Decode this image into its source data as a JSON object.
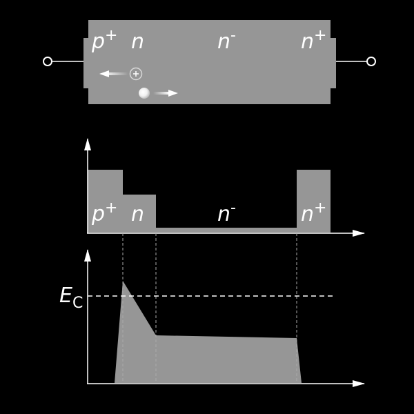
{
  "colors": {
    "background": "#000000",
    "fill": "#969696",
    "line": "#ffffff",
    "guide": "#aaaaaa"
  },
  "device": {
    "regions": [
      {
        "name": "p",
        "sup": "+"
      },
      {
        "name": "n",
        "sup": ""
      },
      {
        "name": "n",
        "sup": "-"
      },
      {
        "name": "n",
        "sup": "+"
      }
    ]
  },
  "doping": {
    "regions": [
      {
        "name": "p",
        "sup": "+"
      },
      {
        "name": "n",
        "sup": ""
      },
      {
        "name": "n",
        "sup": "-"
      },
      {
        "name": "n",
        "sup": "+"
      }
    ]
  },
  "field": {
    "ec_label": "E",
    "ec_sub": "C"
  },
  "icons": {
    "terminal": "circle-terminal-icon",
    "hole": "hole-plus-icon",
    "electron": "electron-icon",
    "arrow": "arrow-icon"
  }
}
